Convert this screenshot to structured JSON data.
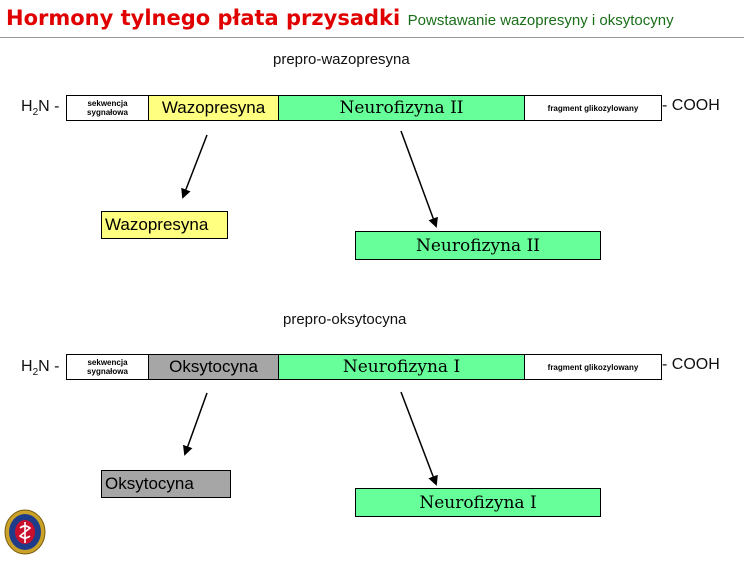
{
  "title": {
    "main": "Hormony tylnego płata przysadki",
    "sub": "Powstawanie wazopresyny i oksytocyny"
  },
  "colors": {
    "title_red": "#e00000",
    "subtitle_green": "#1a6e1a",
    "vasopressin_yellow": "#ffff80",
    "neurophysin_green": "#66ff99",
    "oxytocin_gray": "#a6a6a6"
  },
  "diagram": {
    "vasopressin": {
      "precursor_label": "prepro-wazopresyna",
      "n_terminus": "H",
      "n_terminus_sub": "2",
      "n_terminus_tail": "N -",
      "signal_line1": "sekwencja",
      "signal_line2": "sygnałowa",
      "hormone": "Wazopresyna",
      "neurophysin": "Neurofizyna II",
      "glyco": "fragment glikozylowany",
      "c_terminus": "- COOH",
      "product_hormone": "Wazopresyna",
      "product_neurophysin": "Neurofizyna II"
    },
    "oxytocin": {
      "precursor_label": "prepro-oksytocyna",
      "n_terminus": "H",
      "n_terminus_sub": "2",
      "n_terminus_tail": "N -",
      "signal_line1": "sekwencja",
      "signal_line2": "sygnałowa",
      "hormone": "Oksytocyna",
      "neurophysin": "Neurofizyna I",
      "glyco": "fragment glikozylowany",
      "c_terminus": "- COOH",
      "product_hormone": "Oksytocyna",
      "product_neurophysin": "Neurofizyna I"
    }
  },
  "icons": {
    "logo": "university-seal-icon"
  }
}
